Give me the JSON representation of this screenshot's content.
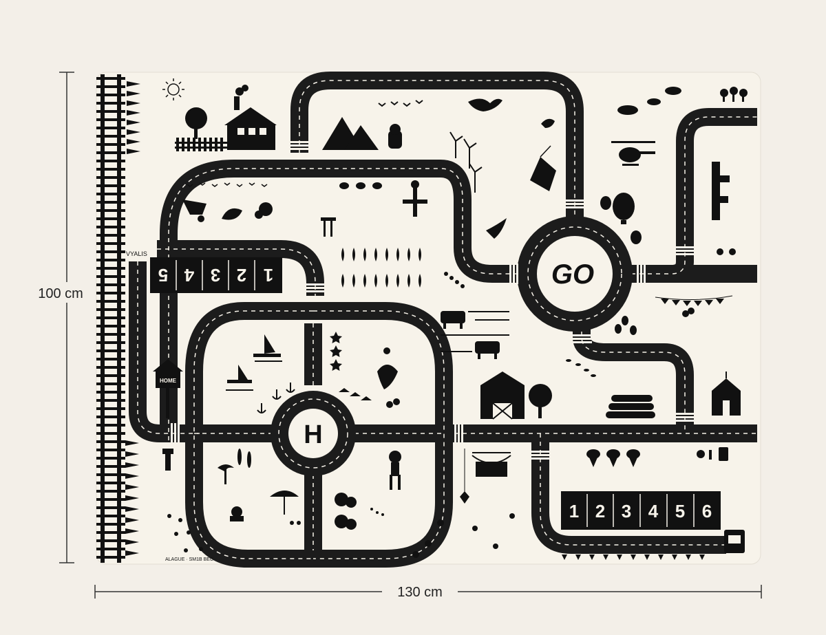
{
  "dimensions": {
    "height_label": "100 cm",
    "width_label": "130 cm"
  },
  "mat": {
    "brand": "VYALIS",
    "center_sign": "GO",
    "helipad_letter": "H",
    "home_sign": "HOME",
    "hopscotch_left": [
      "1",
      "2",
      "3",
      "4",
      "5"
    ],
    "hopscotch_right": [
      "1",
      "2",
      "3",
      "4",
      "5",
      "6"
    ],
    "fine_print": "ALAGUE · SM1B BEC"
  },
  "colors": {
    "background": "#f3efe8",
    "mat": "#f7f3ea",
    "road": "#1c1c1c",
    "ink": "#111111"
  }
}
